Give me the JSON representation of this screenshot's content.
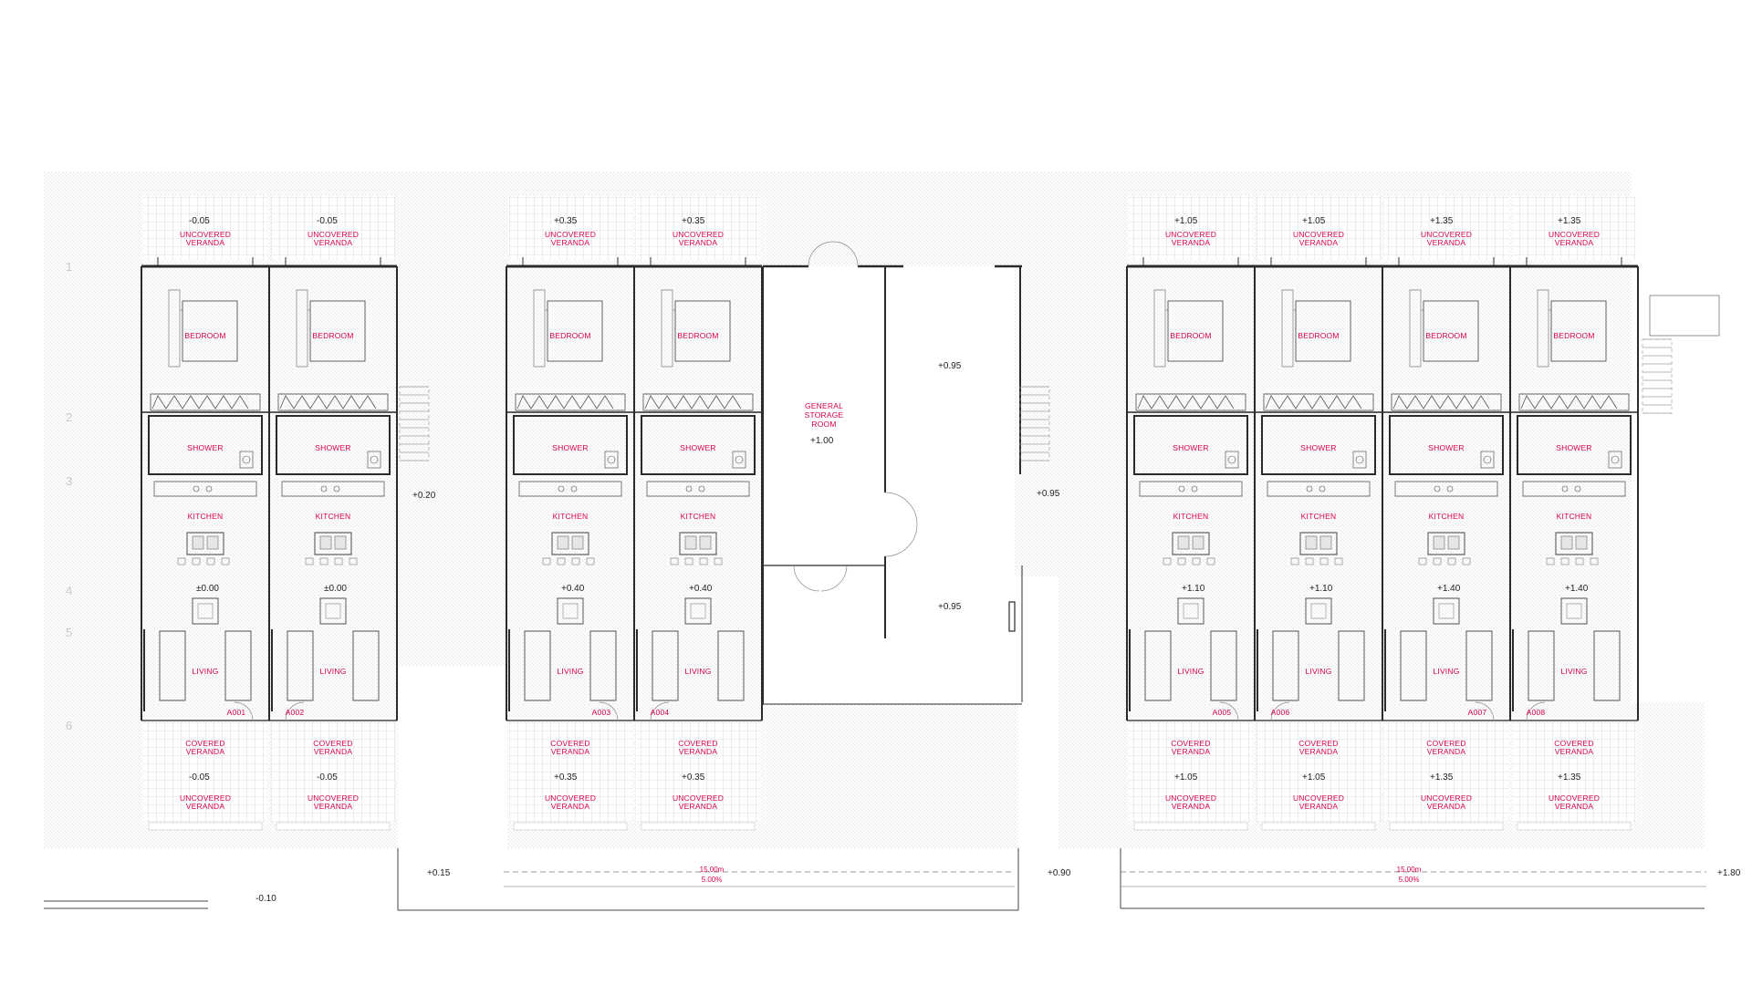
{
  "units": [
    {
      "id": "A001",
      "tv_level": "-0.05",
      "cv_level": "-0.05",
      "living_level": "±0.00"
    },
    {
      "id": "A002",
      "tv_level": "-0.05",
      "cv_level": "-0.05",
      "living_level": "±0.00"
    },
    {
      "id": "A003",
      "tv_level": "+0.35",
      "cv_level": "+0.35",
      "living_level": "+0.40"
    },
    {
      "id": "A004",
      "tv_level": "+0.35",
      "cv_level": "+0.35",
      "living_level": "+0.40"
    },
    {
      "id": "A005",
      "tv_level": "+1.05",
      "cv_level": "+1.05",
      "living_level": "+1.10"
    },
    {
      "id": "A006",
      "tv_level": "+1.05",
      "cv_level": "+1.05",
      "living_level": "+1.10"
    },
    {
      "id": "A007",
      "tv_level": "+1.35",
      "cv_level": "+1.35",
      "living_level": "+1.40"
    },
    {
      "id": "A008",
      "tv_level": "+1.35",
      "cv_level": "+1.35",
      "living_level": "+1.40"
    }
  ],
  "rooms": {
    "uncovered_veranda": [
      "UNCOVERED",
      "VERANDA"
    ],
    "covered_veranda": [
      "COVERED",
      "VERANDA"
    ],
    "bedroom": "BEDROOM",
    "shower": "SHOWER",
    "kitchen": "KITCHEN",
    "living": "LIVING"
  },
  "storage": {
    "lines": [
      "GENERAL",
      "STORAGE",
      "ROOM"
    ],
    "level": "+1.00"
  },
  "levels": {
    "stair_left": "+0.20",
    "plaza_top": "+0.95",
    "plaza_bottom": "+0.95",
    "stair_right": "+0.95",
    "ground_left": "-0.10",
    "path_left": "+0.15",
    "path_mid": "+0.90",
    "path_right": "+1.80"
  },
  "ramps": [
    {
      "length": "15.00m",
      "slope": "5.00%"
    },
    {
      "length": "15.00m",
      "slope": "5.00%"
    }
  ],
  "grid_numbers": [
    "1",
    "2",
    "3",
    "4",
    "5",
    "6"
  ],
  "colors": {
    "label": "#d8004f",
    "line": "#2b2b2b",
    "hatch": "#bdbdbd"
  }
}
